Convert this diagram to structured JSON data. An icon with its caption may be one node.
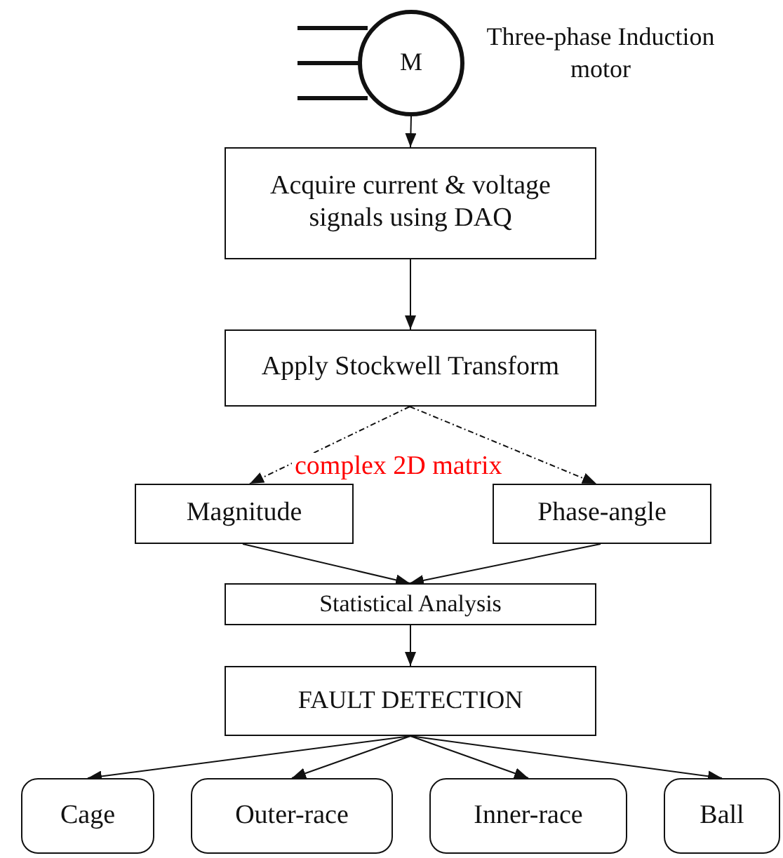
{
  "diagram": {
    "nodes": [
      {
        "text": [
          "M"
        ],
        "beside": [
          "Three-phase Induction motor"
        ]
      },
      {
        "text": [
          "Acquire current & voltage signals using DAQ"
        ]
      },
      {
        "text": [
          "Apply Stockwell Transform"
        ]
      },
      {
        "text": [
          "Magnitude"
        ]
      },
      {
        "text": [
          "Phase-angle"
        ]
      },
      {
        "text": [
          "Statistical Analysis"
        ]
      },
      {
        "text": [
          "FAULT DETECTION"
        ]
      },
      {
        "text": [
          "Cage"
        ]
      },
      {
        "text": [
          "Outer-race"
        ]
      },
      {
        "text": [
          "Inner-race"
        ]
      },
      {
        "text": [
          "Ball"
        ]
      }
    ],
    "edges": [
      {
        "from": 0,
        "to": 1,
        "arrow": "to"
      },
      {
        "from": 1,
        "to": 2,
        "arrow": "to"
      },
      {
        "from": 2,
        "to": 3,
        "arrow": "to",
        "style": "dashed"
      },
      {
        "from": 2,
        "to": 4,
        "arrow": "to",
        "style": "dashed"
      },
      {
        "from": 3,
        "to": 5,
        "arrow": "to"
      },
      {
        "from": 4,
        "to": 5,
        "arrow": "to"
      },
      {
        "from": 5,
        "to": 6,
        "arrow": "to"
      },
      {
        "from": 6,
        "to": 7,
        "arrow": "to"
      },
      {
        "from": 6,
        "to": 8,
        "arrow": "to"
      },
      {
        "from": 6,
        "to": 9,
        "arrow": "to"
      },
      {
        "from": 6,
        "to": 10,
        "arrow": "to"
      }
    ],
    "labels": [
      "complex 2D matrix"
    ]
  }
}
